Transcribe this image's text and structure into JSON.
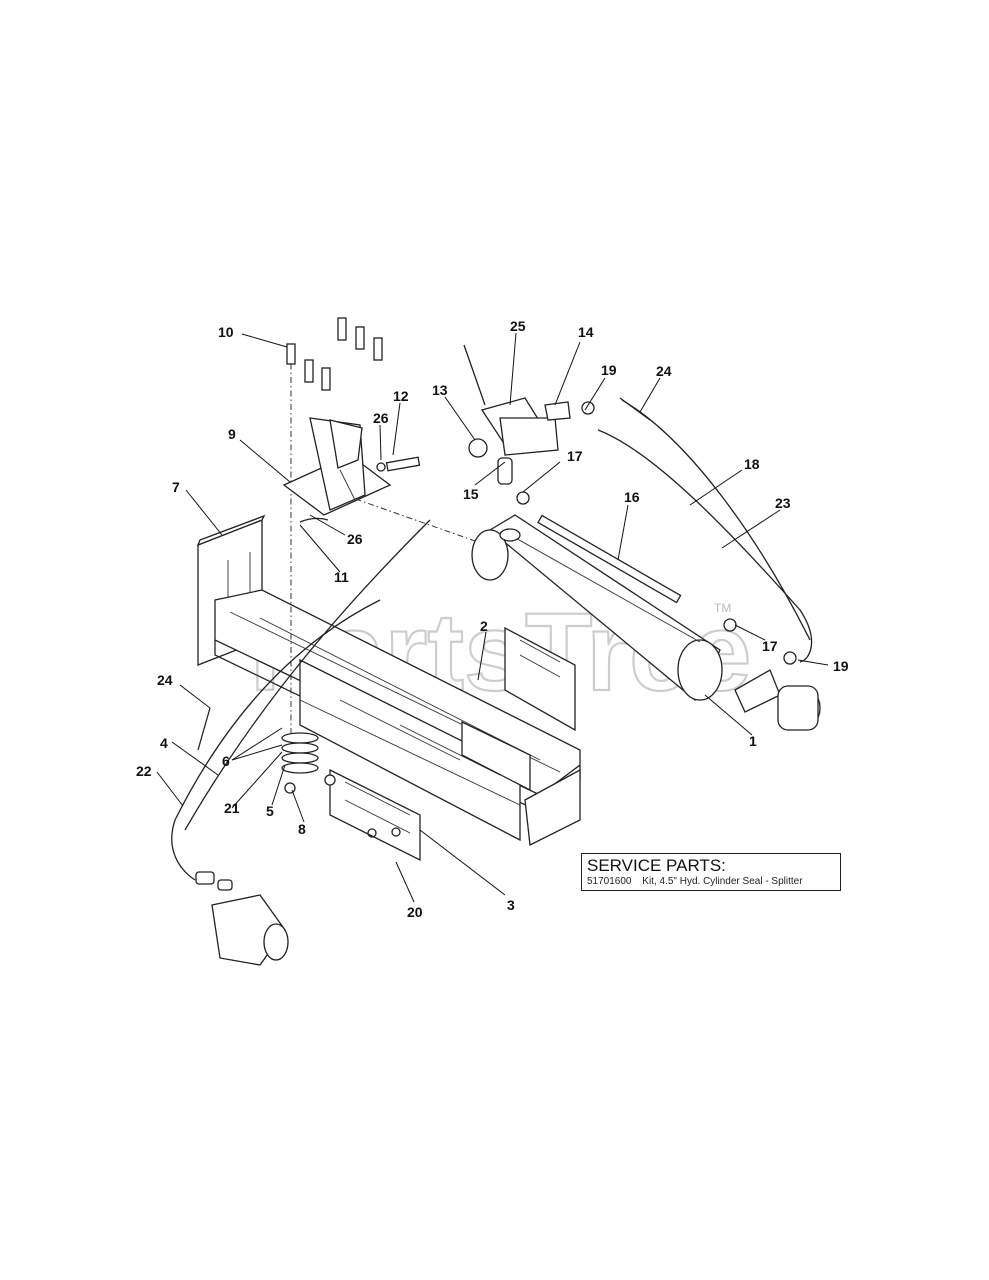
{
  "watermark": {
    "brand": "PartsTree",
    "trademark": "TM"
  },
  "callouts": [
    {
      "id": "c10",
      "label": "10"
    },
    {
      "id": "c25",
      "label": "25"
    },
    {
      "id": "c14",
      "label": "14"
    },
    {
      "id": "c19a",
      "label": "19"
    },
    {
      "id": "c24a",
      "label": "24"
    },
    {
      "id": "c13",
      "label": "13"
    },
    {
      "id": "c12",
      "label": "12"
    },
    {
      "id": "c26a",
      "label": "26"
    },
    {
      "id": "c9",
      "label": "9"
    },
    {
      "id": "c17a",
      "label": "17"
    },
    {
      "id": "c15",
      "label": "15"
    },
    {
      "id": "c18",
      "label": "18"
    },
    {
      "id": "c7",
      "label": "7"
    },
    {
      "id": "c16",
      "label": "16"
    },
    {
      "id": "c23",
      "label": "23"
    },
    {
      "id": "c26b",
      "label": "26"
    },
    {
      "id": "c11",
      "label": "11"
    },
    {
      "id": "c2",
      "label": "2"
    },
    {
      "id": "c17b",
      "label": "17"
    },
    {
      "id": "c19b",
      "label": "19"
    },
    {
      "id": "c24b",
      "label": "24"
    },
    {
      "id": "c1",
      "label": "1"
    },
    {
      "id": "c4",
      "label": "4"
    },
    {
      "id": "c22",
      "label": "22"
    },
    {
      "id": "c6",
      "label": "6"
    },
    {
      "id": "c5",
      "label": "5"
    },
    {
      "id": "c21",
      "label": "21"
    },
    {
      "id": "c8",
      "label": "8"
    },
    {
      "id": "c3",
      "label": "3"
    },
    {
      "id": "c20",
      "label": "20"
    }
  ],
  "service_parts": {
    "title": "SERVICE PARTS:",
    "items": [
      {
        "part_no": "51701600",
        "description": "Kit, 4.5\" Hyd. Cylinder Seal - Splitter"
      }
    ]
  }
}
